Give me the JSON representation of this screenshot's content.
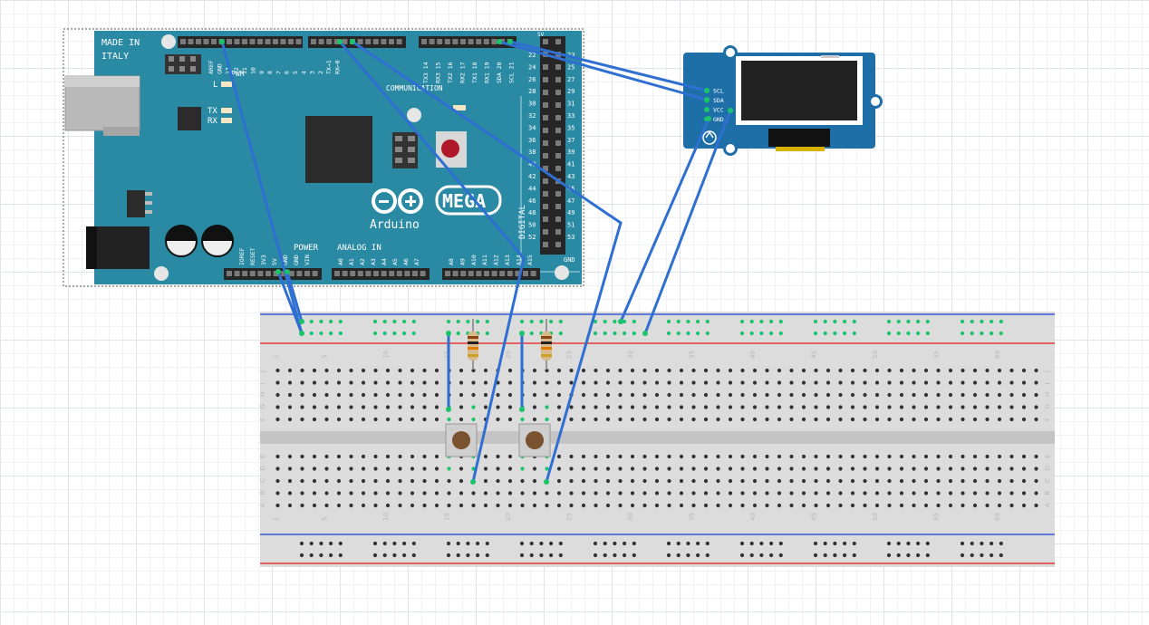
{
  "colors": {
    "board": "#2a8aa4",
    "board_dark": "#1f6f87",
    "wire": "#2f6fd1",
    "breadboard": "#dcdcdc",
    "rail_red": "#e53935",
    "rail_blue": "#3b5bd6",
    "oled_pcb": "#1e6fa8",
    "resistor": "#d7b98a"
  },
  "arduino": {
    "made_in": "MADE IN",
    "country": "ITALY",
    "brand": "Arduino",
    "model": "MEGA",
    "led_l": "L",
    "led_tx": "TX",
    "led_rx": "RX",
    "pwm": "PWM",
    "communication": "COMMUNICATION",
    "power": "POWER",
    "analog_in": "ANALOG IN",
    "digital": "DIGITAL",
    "gnd_right": "GND",
    "v5_top": "5V",
    "pwm_pins": [
      "AREF",
      "GND",
      "13",
      "12",
      "11",
      "10",
      "9",
      "8",
      "7",
      "6",
      "5",
      "4",
      "3",
      "2",
      "TX→1",
      "RX←0"
    ],
    "comm_pins": [
      "TX3 14",
      "RX3 15",
      "TX2 16",
      "RX2 17",
      "TX1 18",
      "RX1 19",
      "SDA 20",
      "SCL 21"
    ],
    "power_pins": [
      "IOREF",
      "RESET",
      "3V3",
      "5V",
      "GND",
      "GND",
      "VIN"
    ],
    "analog_pins": [
      "A0",
      "A1",
      "A2",
      "A3",
      "A4",
      "A5",
      "A6",
      "A7",
      "A8",
      "A9",
      "A10",
      "A11",
      "A12",
      "A13",
      "A14",
      "A15"
    ],
    "digital_left": [
      "22",
      "24",
      "26",
      "28",
      "30",
      "32",
      "34",
      "36",
      "38",
      "40",
      "42",
      "44",
      "46",
      "48",
      "50",
      "52"
    ],
    "digital_right": [
      "23",
      "25",
      "27",
      "29",
      "31",
      "33",
      "35",
      "37",
      "39",
      "41",
      "43",
      "45",
      "47",
      "49",
      "51",
      "53"
    ]
  },
  "oled": {
    "pins": [
      "SCL",
      "SDA",
      "VCC",
      "GND"
    ]
  },
  "breadboard": {
    "column_numbers": [
      "1",
      "5",
      "10",
      "15",
      "20",
      "25",
      "30",
      "35",
      "40",
      "45",
      "50",
      "55",
      "60"
    ],
    "row_letters_top": [
      "J",
      "I",
      "H",
      "G",
      "F"
    ],
    "row_letters_bottom": [
      "E",
      "D",
      "C",
      "B",
      "A"
    ]
  }
}
